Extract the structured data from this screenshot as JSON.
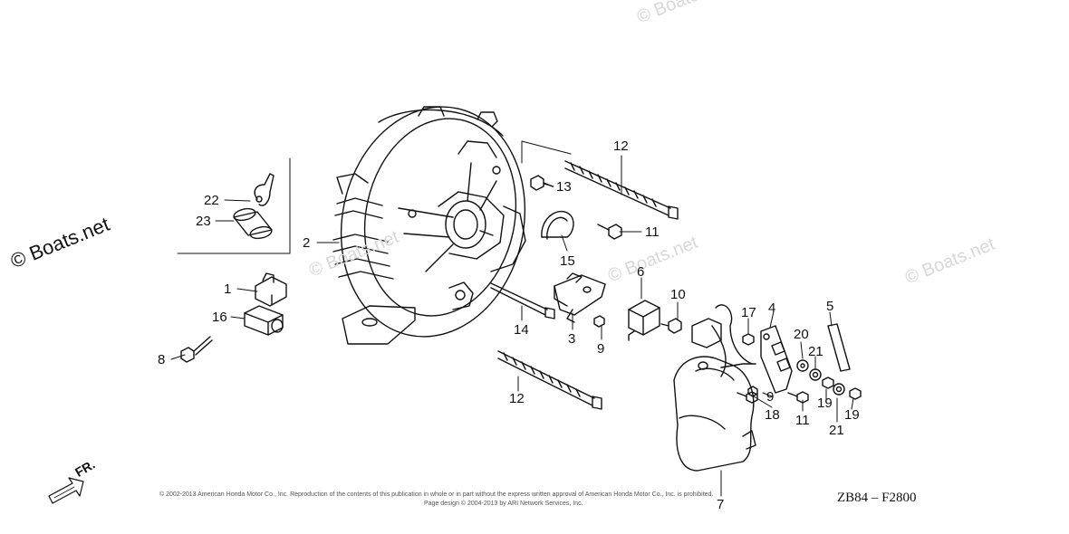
{
  "watermarks": {
    "main": "© Boats.net",
    "faint_1": "© Boats.net",
    "faint_2": "© Boats.net",
    "faint_3": "© Boats.net",
    "faint_4": "© Boats.net"
  },
  "copyright": {
    "line1": "© 2002-2013 American Honda Motor Co., Inc. Reproduction of the contents of this publication in whole or in part without the express written approval of American Honda Motor Co., Inc. is prohibited.",
    "line2": "Page design © 2004-2013 by ARI Network Services, Inc."
  },
  "diagram_code": "ZB84 – F2800",
  "direction_label": "FR.",
  "callouts": {
    "c1": "1",
    "c2": "2",
    "c3": "3",
    "c4": "4",
    "c5": "5",
    "c6": "6",
    "c7": "7",
    "c8": "8",
    "c9a": "9",
    "c9b": "9",
    "c10": "10",
    "c11a": "11",
    "c11b": "11",
    "c12a": "12",
    "c12b": "12",
    "c13": "13",
    "c14": "14",
    "c15": "15",
    "c16": "16",
    "c17": "17",
    "c18": "18",
    "c19a": "19",
    "c19b": "19",
    "c20": "20",
    "c21a": "21",
    "c21b": "21",
    "c22": "22",
    "c23": "23"
  }
}
